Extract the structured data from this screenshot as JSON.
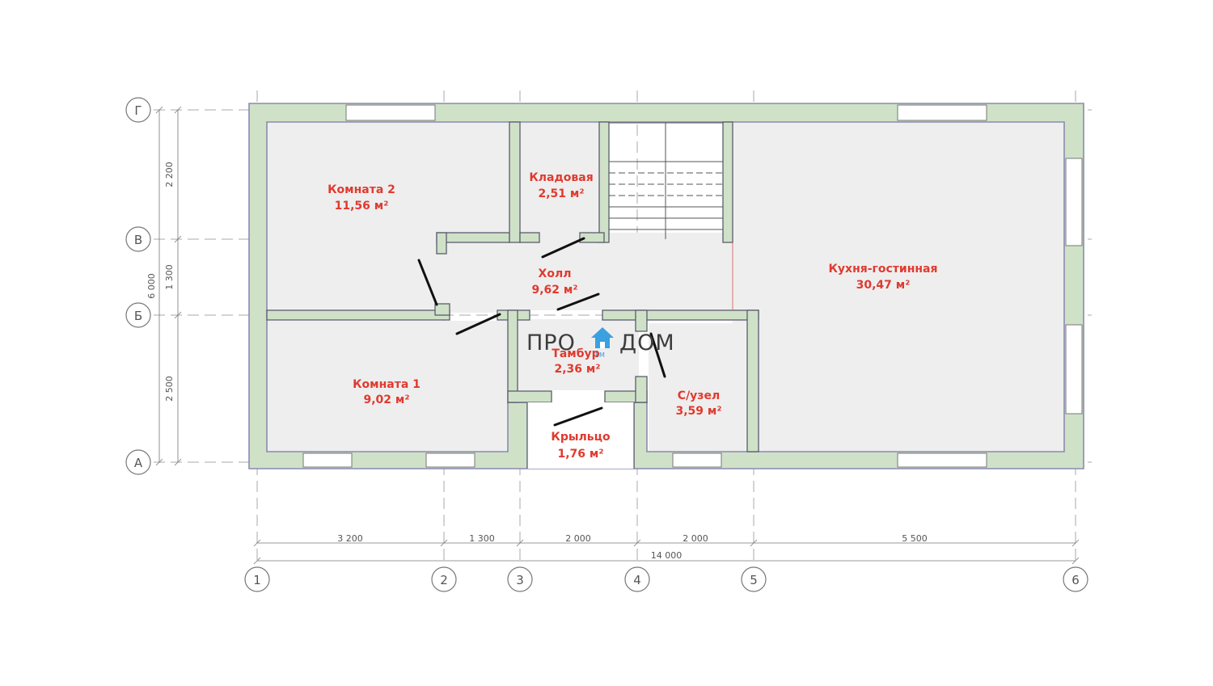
{
  "axes": {
    "rows": [
      "Г",
      "В",
      "Б",
      "А"
    ],
    "columns": [
      "1",
      "2",
      "3",
      "4",
      "5",
      "6"
    ]
  },
  "dimensions": {
    "vertical": [
      "2 200",
      "1 300",
      "2 500"
    ],
    "vertical_total": "6 000",
    "horizontal": [
      "3 200",
      "1 300",
      "2 000",
      "2 000",
      "5 500"
    ],
    "horizontal_total": "14 000"
  },
  "rooms": [
    {
      "name": "Комната 2",
      "area": "11,56 м²"
    },
    {
      "name": "Кладовая",
      "area": "2,51 м²"
    },
    {
      "name": "Холл",
      "area": "9,62 м²"
    },
    {
      "name": "Кухня-гостинная",
      "area": "30,47 м²"
    },
    {
      "name": "Тамбур",
      "area": "2,36 м²"
    },
    {
      "name": "Комната 1",
      "area": "9,02 м²"
    },
    {
      "name": "С/узел",
      "area": "3,59 м²"
    },
    {
      "name": "Крыльцо",
      "area": "1,76 м²"
    }
  ],
  "watermark": {
    "left": "ПРО",
    "right": "ДОМ",
    "small": "ЕМ",
    "icon": "house-icon"
  },
  "colors": {
    "wall": "#cfe2c8",
    "room_fill": "#eeeeee",
    "label": "#e03a2f",
    "accent": "#3aa0e0"
  }
}
